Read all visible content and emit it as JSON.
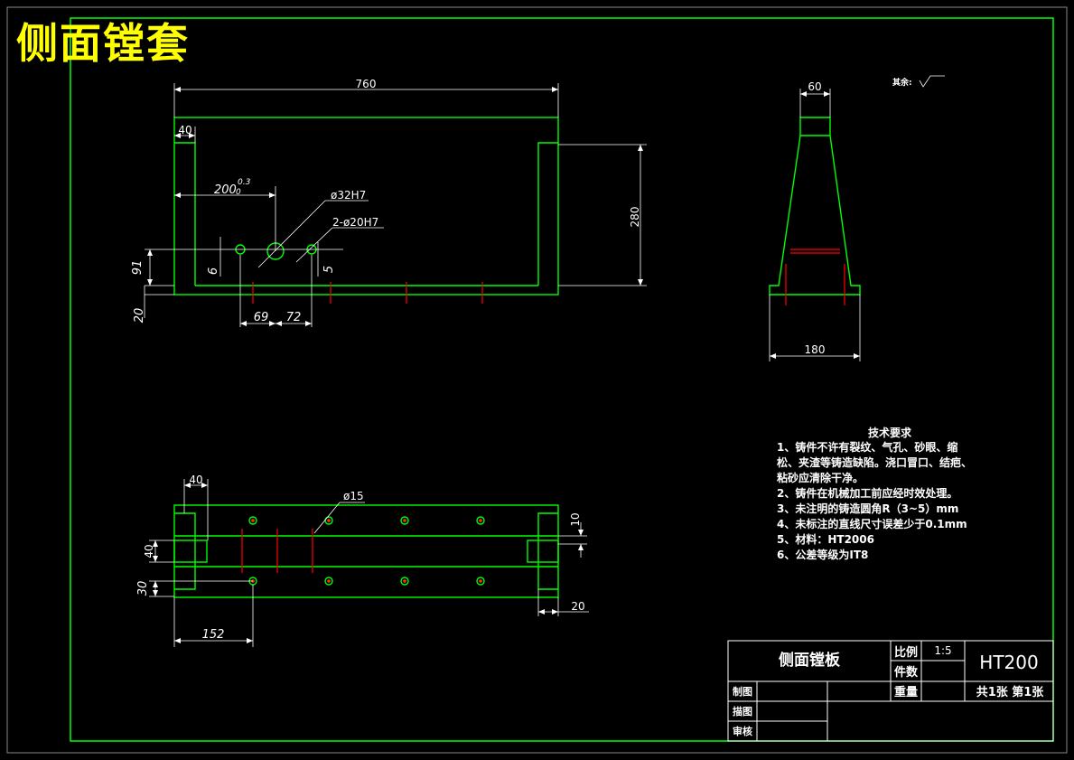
{
  "title": "侧面镗套",
  "colors": {
    "background": "#000000",
    "frame": "#00ff00",
    "part": "#00ff00",
    "dimension": "#ffffff",
    "centerline": "#ff0000",
    "title_text": "#ffff00"
  },
  "front_view": {
    "dim_overall_width": "760",
    "dim_left_wall": "40",
    "dim_hole_position": "200",
    "dim_hole_tolerance": "0.3",
    "dim_hole_tolerance_lower": "0",
    "label_bore_hole": "ø32H7",
    "label_small_holes": "2-ø20H7",
    "dim_height": "280",
    "dim_91": "91",
    "dim_6": "6",
    "dim_5": "5",
    "dim_20": "20",
    "dim_69": "69",
    "dim_72": "72"
  },
  "side_view": {
    "dim_top_width": "60",
    "dim_base_width": "180",
    "surface_note": "其余:"
  },
  "top_view": {
    "dim_40_top": "40",
    "label_holes": "ø15",
    "dim_10": "10",
    "dim_40_left": "40",
    "dim_30": "30",
    "dim_20": "20",
    "dim_152": "152"
  },
  "tech_requirements": {
    "heading": "技术要求",
    "lines": [
      "1、铸件不许有裂纹、气孔、砂眼、缩",
      "松、夹渣等铸造缺陷。浇口冒口、结疤、",
      "粘砂应清除干净。",
      "2、铸件在机械加工前应经时效处理。",
      "3、未注明的铸造圆角R（3~5）mm",
      "4、未标注的直线尺寸误差少于0.1mm",
      "5、材料：HT2006",
      "6、公差等级为IT8"
    ]
  },
  "title_block": {
    "part_name": "侧面镗板",
    "scale_label": "比例",
    "scale_value": "1:5",
    "quantity_label": "件数",
    "material": "HT200",
    "weight_label": "重量",
    "sheet_info": "共1张  第1张",
    "drawn_by": "制图",
    "traced_by": "描图",
    "checked_by": "审核"
  }
}
